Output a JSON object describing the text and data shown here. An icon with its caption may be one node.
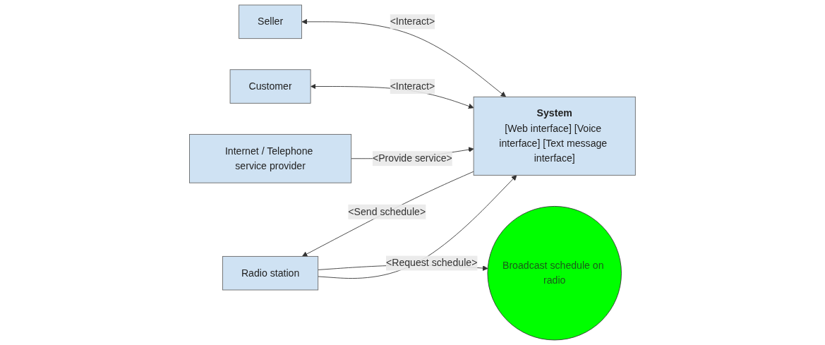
{
  "diagram": {
    "nodes": [
      {
        "text": [
          "Radio station"
        ]
      },
      {
        "text": [
          "System",
          "[Web interface] [Voice interface] [Text message interface]"
        ]
      },
      {
        "text": [
          "Internet / Telephone service provider"
        ]
      },
      {
        "text": [
          "Broadcast schedule on radio"
        ]
      },
      {
        "text": [
          "Customer"
        ]
      },
      {
        "text": [
          "Seller"
        ]
      }
    ],
    "edges": [
      {
        "from": 0,
        "to": 1,
        "arrow": "to",
        "label": "<Request schedule>"
      },
      {
        "from": 1,
        "to": 0,
        "arrow": "to",
        "label": "<Send schedule>"
      },
      {
        "from": 2,
        "to": 1,
        "arrow": "to",
        "label": "<Provide service>"
      },
      {
        "from": 0,
        "to": 3,
        "arrow": "to"
      },
      {
        "from": 4,
        "to": 1,
        "arrow": "both",
        "label": "<Interact>"
      },
      {
        "from": 5,
        "to": 1,
        "arrow": "both",
        "label": "<Interact>"
      }
    ]
  }
}
